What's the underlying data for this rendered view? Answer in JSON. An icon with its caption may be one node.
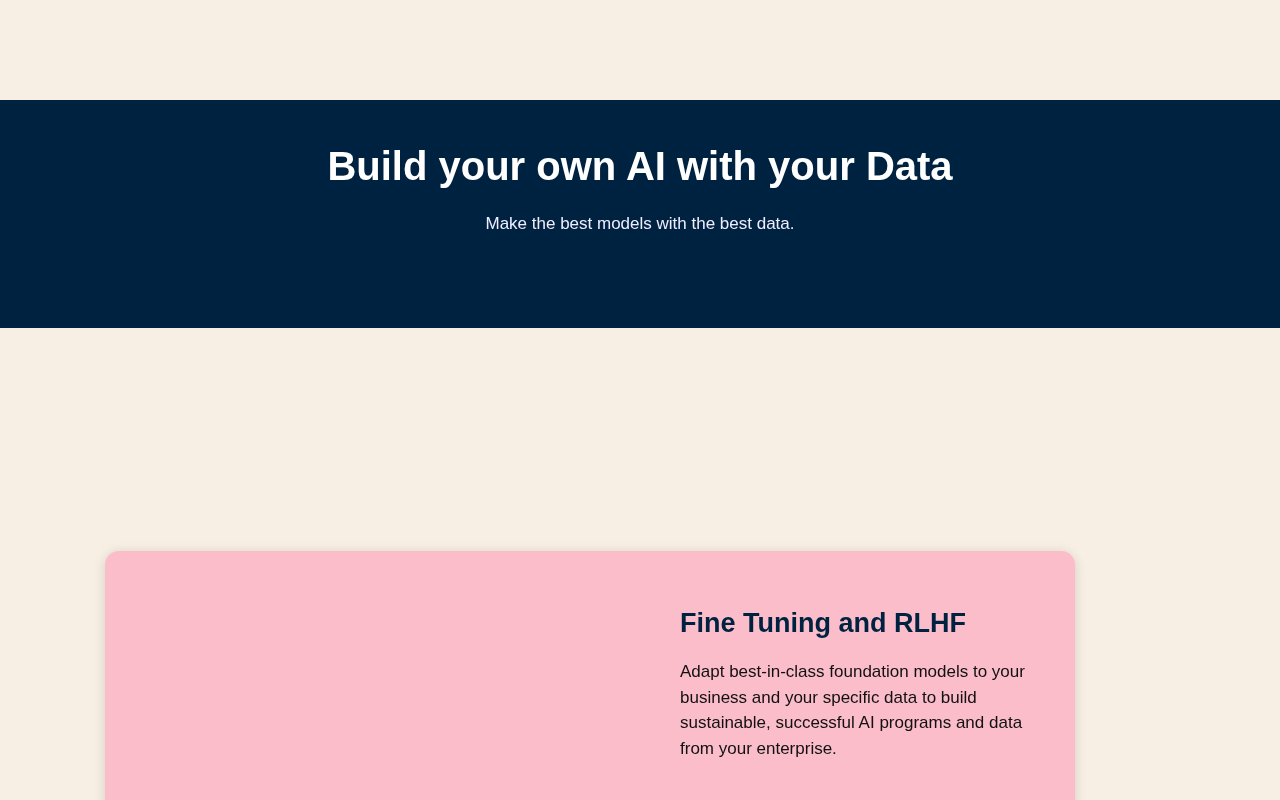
{
  "diagram": {
    "nodes": [
      {
        "text": [
          "Build your own AI with your Data",
          "Make the best models with the best data."
        ]
      },
      {
        "text": [
          "Fine Tuning and RLHF",
          "Adapt best-in-class foundation models to your business and your specific data to build sustainable, successful AI programs and data from your enterprise."
        ]
      }
    ]
  }
}
